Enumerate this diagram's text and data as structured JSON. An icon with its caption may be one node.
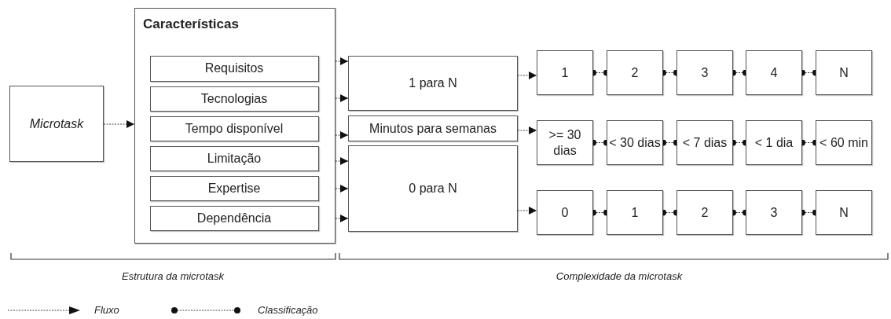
{
  "diagram": {
    "nodes": [
      {
        "text": [
          "Microtask"
        ]
      },
      {
        "text": [
          "Características"
        ]
      },
      {
        "text": [
          "Requisitos"
        ],
        "in": 1
      },
      {
        "text": [
          "Tecnologias"
        ],
        "in": 1
      },
      {
        "text": [
          "Tempo disponível"
        ],
        "in": 1
      },
      {
        "text": [
          "Limitação"
        ],
        "in": 1
      },
      {
        "text": [
          "Expertise"
        ],
        "in": 1
      },
      {
        "text": [
          "Dependência"
        ],
        "in": 1
      },
      {
        "text": [
          "1 para N"
        ]
      },
      {
        "text": [
          "Minutos para semanas"
        ]
      },
      {
        "text": [
          "0 para N"
        ]
      },
      {
        "text": [
          "1"
        ]
      },
      {
        "text": [
          "2"
        ]
      },
      {
        "text": [
          "3"
        ]
      },
      {
        "text": [
          "4"
        ]
      },
      {
        "text": [
          "N"
        ]
      },
      {
        "text": [
          ">= 30 dias"
        ]
      },
      {
        "text": [
          "< 30 dias"
        ]
      },
      {
        "text": [
          "< 7 dias"
        ]
      },
      {
        "text": [
          "< 1 dia"
        ]
      },
      {
        "text": [
          "< 60 min"
        ]
      },
      {
        "text": [
          "0"
        ]
      },
      {
        "text": [
          "1"
        ]
      },
      {
        "text": [
          "2"
        ]
      },
      {
        "text": [
          "3"
        ]
      },
      {
        "text": [
          "N"
        ]
      }
    ],
    "edges": [
      {
        "from": 0,
        "to": 1,
        "arrow": "to"
      },
      {
        "from": 2,
        "to": 8,
        "arrow": "to"
      },
      {
        "from": 3,
        "to": 8,
        "arrow": "to"
      },
      {
        "from": 4,
        "to": 9,
        "arrow": "to"
      },
      {
        "from": 5,
        "to": 10,
        "arrow": "to"
      },
      {
        "from": 6,
        "to": 10,
        "arrow": "to"
      },
      {
        "from": 7,
        "to": 10,
        "arrow": "to"
      },
      {
        "from": 8,
        "to": 11,
        "arrow": "to"
      },
      {
        "from": 9,
        "to": 16,
        "arrow": "to"
      },
      {
        "from": 10,
        "to": 21,
        "arrow": "to"
      },
      {
        "from": 11,
        "to": 12,
        "arrow": "other"
      },
      {
        "from": 12,
        "to": 13,
        "arrow": "other"
      },
      {
        "from": 13,
        "to": 14,
        "arrow": "other"
      },
      {
        "from": 14,
        "to": 15,
        "arrow": "other"
      },
      {
        "from": 16,
        "to": 17,
        "arrow": "other"
      },
      {
        "from": 17,
        "to": 18,
        "arrow": "other"
      },
      {
        "from": 18,
        "to": 19,
        "arrow": "other"
      },
      {
        "from": 19,
        "to": 20,
        "arrow": "other"
      },
      {
        "from": 21,
        "to": 22,
        "arrow": "other"
      },
      {
        "from": 22,
        "to": 23,
        "arrow": "other"
      },
      {
        "from": 23,
        "to": 24,
        "arrow": "other"
      },
      {
        "from": 24,
        "to": 25,
        "arrow": "other"
      }
    ],
    "labels": [
      "Estrutura da microtask",
      "Complexidade da microtask"
    ],
    "legend": [
      {
        "text": "Fluxo"
      },
      {
        "text": "Classificação"
      }
    ]
  }
}
